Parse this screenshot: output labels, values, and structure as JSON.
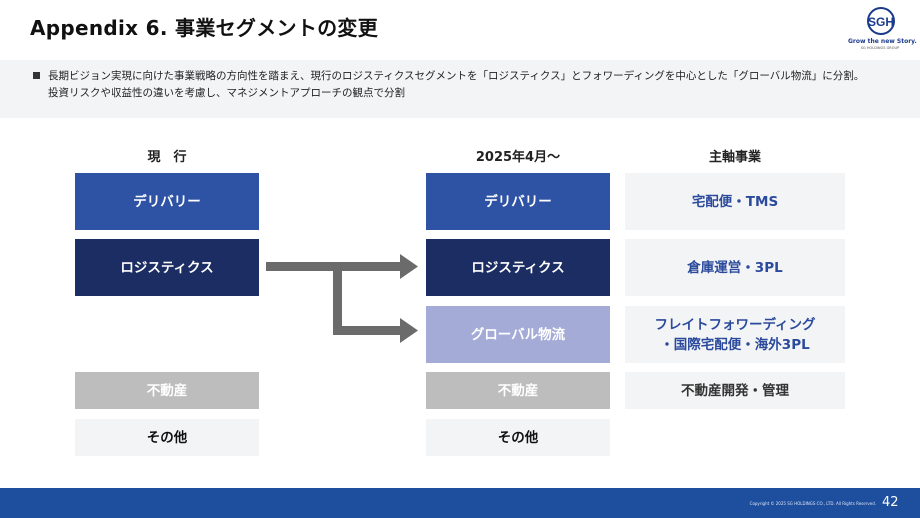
{
  "slide": {
    "title": "Appendix 6. 事業セグメントの変更",
    "logo_text": "SGH",
    "logo_tagline": "Grow the new Story.",
    "logo_subline": "SG HOLDINGS GROUP",
    "summary": "長期ビジョン実現に向けた事業戦略の方向性を踏まえ、現行のロジスティクスセグメントを「ロジスティクス」とフォワーディングを中心とした「グローバル物流」に分割。投資リスクや収益性の違いを考慮し、マネジメントアプローチの観点で分割",
    "footer_copyright": "Copyright © 2025 SG HOLDINGS CO., LTD. All Rights Reserved.",
    "page_number": "42"
  },
  "columns": {
    "current": "現　行",
    "new": "2025年4月～",
    "business": "主軸事業"
  },
  "current_segments": {
    "delivery": "デリバリー",
    "logistics": "ロジスティクス",
    "real_estate": "不動産",
    "other": "その他"
  },
  "new_segments": {
    "delivery": "デリバリー",
    "logistics": "ロジスティクス",
    "global": "グローバル物流",
    "real_estate": "不動産",
    "other": "その他"
  },
  "main_business": {
    "delivery": "宅配便・TMS",
    "logistics": "倉庫運営・3PL",
    "global_line1": "フレイトフォワーディング",
    "global_line2": "・国際宅配便・海外3PL",
    "real_estate": "不動産開発・管理"
  },
  "colors": {
    "delivery": "#2e53a4",
    "logistics": "#1c2d63",
    "global": "#a4abd6",
    "real_estate": "#bdbdbd",
    "footer": "#1e4f9e",
    "arrow": "#6b6b6b"
  }
}
